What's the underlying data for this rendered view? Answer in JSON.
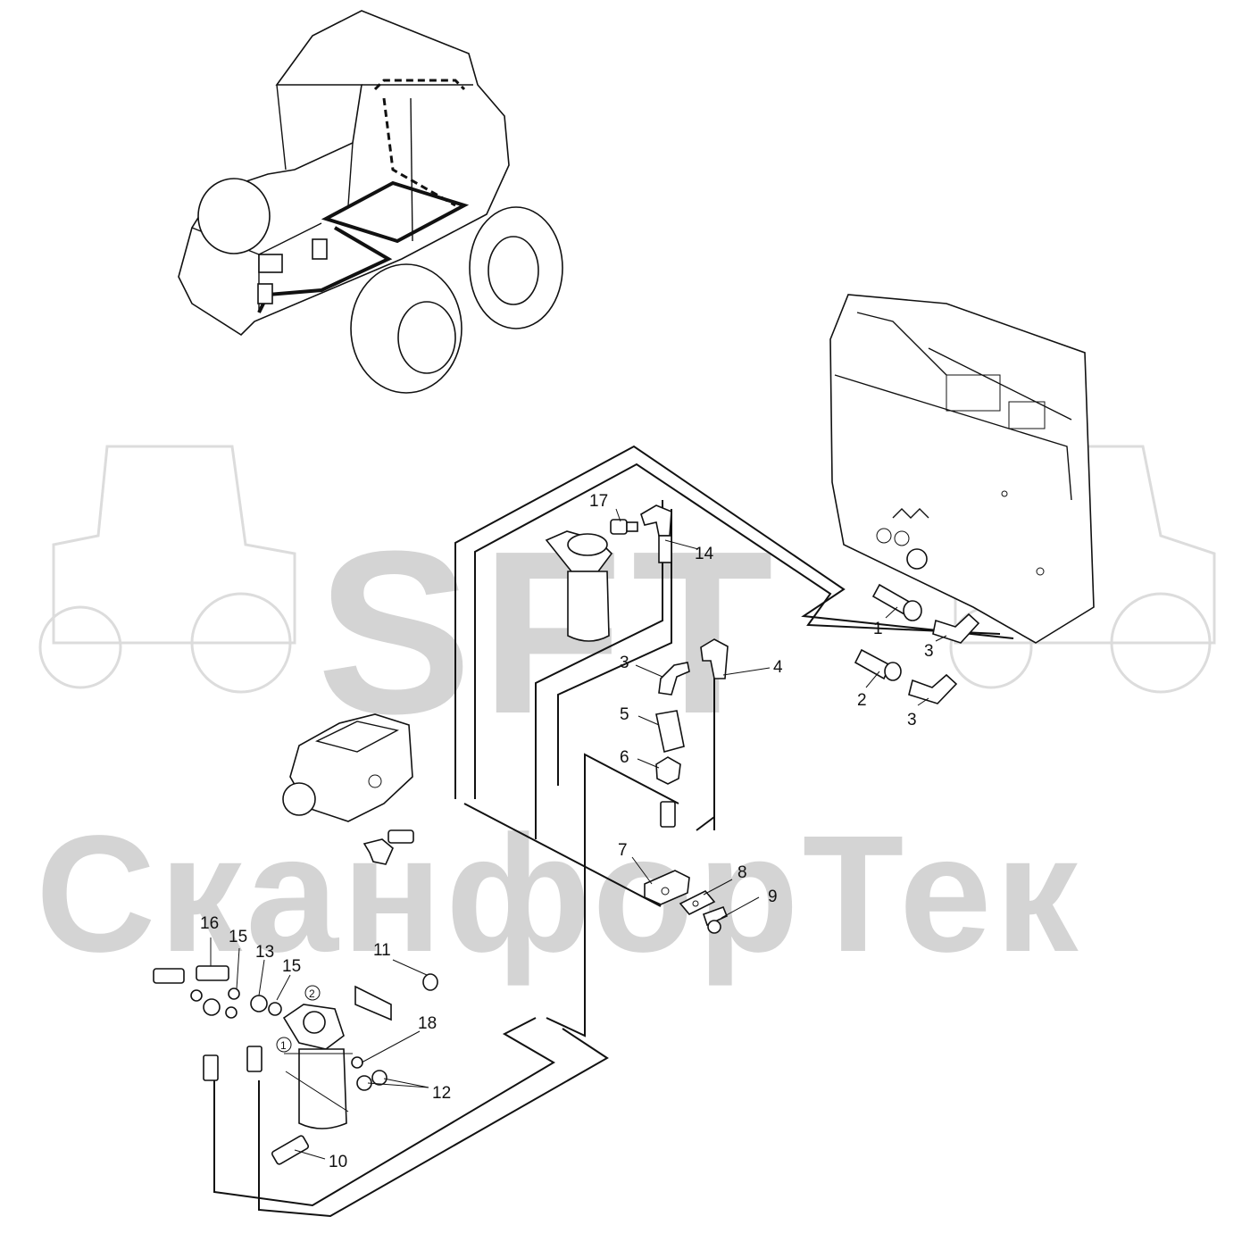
{
  "watermark": {
    "logo": "SFT",
    "company": "СканфорТек"
  },
  "callouts": [
    {
      "id": "c1",
      "text": "1"
    },
    {
      "id": "c2",
      "text": "2"
    },
    {
      "id": "c3a",
      "text": "3"
    },
    {
      "id": "c3b",
      "text": "3"
    },
    {
      "id": "c3c",
      "text": "3"
    },
    {
      "id": "c4",
      "text": "4"
    },
    {
      "id": "c5",
      "text": "5"
    },
    {
      "id": "c6",
      "text": "6"
    },
    {
      "id": "c7",
      "text": "7"
    },
    {
      "id": "c8",
      "text": "8"
    },
    {
      "id": "c9",
      "text": "9"
    },
    {
      "id": "c10",
      "text": "10"
    },
    {
      "id": "c11",
      "text": "11"
    },
    {
      "id": "c12",
      "text": "12"
    },
    {
      "id": "c13",
      "text": "13"
    },
    {
      "id": "c14",
      "text": "14"
    },
    {
      "id": "c15a",
      "text": "15"
    },
    {
      "id": "c15b",
      "text": "15"
    },
    {
      "id": "c16",
      "text": "16"
    },
    {
      "id": "c17",
      "text": "17"
    },
    {
      "id": "c18",
      "text": "18"
    }
  ],
  "port_marks": [
    {
      "id": "p1",
      "text": "1"
    },
    {
      "id": "p2",
      "text": "2"
    }
  ]
}
